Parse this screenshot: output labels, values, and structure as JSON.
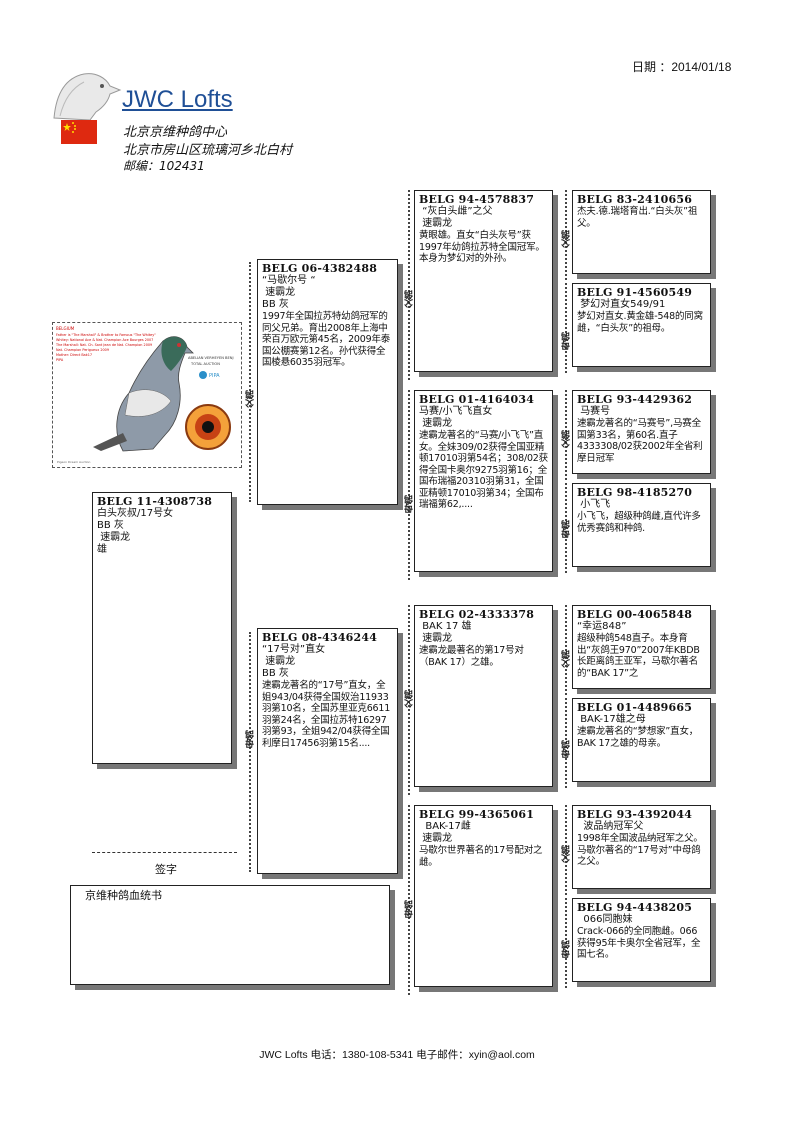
{
  "header": {
    "date_label": "日期 ：2014/01/18",
    "brand": "JWC Lofts",
    "address_line1": "北京京维种鸽中心",
    "address_line2": "北京市房山区琉璃河乡北白村",
    "postcode": "邮编：102431"
  },
  "colors": {
    "brand": "#1f4f96",
    "flag_red": "#de2910",
    "flag_yellow": "#ffde00"
  },
  "icons": {
    "logo": "pigeon-head-icon",
    "flag": "china-flag-icon"
  },
  "bird": {
    "ring": "BELG 11-4308738",
    "name": "白头灰叔/17号女",
    "color": "BB 灰",
    "breed": " 速霸龙",
    "sex": "雄"
  },
  "father": {
    "ring": "BELG 06-4382488",
    "name": "“马歇尔号 “",
    "breed": " 速霸龙",
    "color": "BB 灰",
    "desc": "1997年全国拉苏特幼鸽冠军的同父兄弟。育出2008年上海中荣百万欧元第45名，2009年泰国公棚赛第12名。孙代获得全国棱悬6035羽冠军。"
  },
  "mother": {
    "ring": "BELG 08-4346244",
    "name": "“17号对”直女",
    "breed": " 速霸龙",
    "color": "BB 灰",
    "desc": "速霸龙著名的“17号”直女，全姐943/04获得全国奴治11933羽第10名，全国苏里亚克6611羽第24名，全国拉苏特16297羽第93，全姐942/04获得全国利摩日17456羽第15名...."
  },
  "ff": {
    "ring": "BELG 94-4578837",
    "name": " “灰白头雌”之父",
    "breed": " 速霸龙",
    "desc": "黄眼雄。直女“白头灰号”获1997年幼鸽拉苏特全国冠军。本身为梦幻对的外孙。"
  },
  "fm": {
    "ring": "BELG 01-4164034",
    "name": "马赛/小飞飞直女",
    "breed": " 速霸龙",
    "desc": "速霸龙著名的“马赛/小飞飞”直女。全妹309/02获得全国亚精顿17010羽第54名；308/02获得全国卡奥尔9275羽第16；全国布瑞福20310羽第31，全国亚精顿17010羽第34；全国布瑞福第62,...."
  },
  "mf": {
    "ring": "BELG 02-4333378",
    "name": " BAK 17 雄",
    "breed": " 速霸龙",
    "desc": "速霸龙最著名的第17号对（BAK 17）之雄。"
  },
  "mm": {
    "ring": "BELG 99-4365061",
    "name": "  BAK-17雌",
    "breed": " 速霸龙",
    "desc": "马歇尔世界著名的17号配对之雌。"
  },
  "fff": {
    "ring": "BELG 83-2410656",
    "desc": "杰夫.德.瑞塔育出.“白头灰”祖父。"
  },
  "ffm": {
    "ring": "BELG 91-4560549",
    "name": " 梦幻对直女549/91",
    "desc": "梦幻对直女.黄金雄-548的同窝雌，“白头灰”的祖母。"
  },
  "fmf": {
    "ring": "BELG 93-4429362",
    "name": " 马赛号",
    "desc": "速霸龙著名的“马赛号”,马赛全国第33名，第60名.直子4333308/02获2002年全省利摩日冠军"
  },
  "fmm": {
    "ring": "BELG 98-4185270",
    "name": " 小飞飞",
    "desc": "小飞飞，超级种鸽雌,直代许多优秀赛鸽和种鸽."
  },
  "mff": {
    "ring": "BELG 00-4065848",
    "name": "“幸运848”",
    "desc": "超级种鸽548直子。本身育出“灰鸽王970”2007年KBDB长距离鸽王亚军，马歇尔著名的“BAK 17”之"
  },
  "mfm": {
    "ring": "BELG 01-4489665",
    "name": " BAK-17雄之母",
    "desc": "速霸龙著名的“梦想家”直女，BAK 17之雄的母亲。"
  },
  "mmf": {
    "ring": "BELG 93-4392044",
    "name": "  波品纳冠军父",
    "desc": "1998年全国波品纳冠军之父。马歇尔著名的“17号对”中母鸽之父。"
  },
  "mmm": {
    "ring": "BELG 94-4438205",
    "name": "  066同胞妹",
    "desc": "Crack-066的全同胞雌。066获得95年卡奥尔全省冠军，全国七名。"
  },
  "photo": {
    "caption_lines": [
      "BELGIUM",
      "Father is \"The Marshall\" & Brother to Famous \"The Whitey\"",
      "Whitey: National Ace & Nat. Champion Ace Bourges 2007",
      "The Marshall: Nat. Ch. Sant Jean de Nat. Champion 2009",
      "Nat. Champion Perigueux 2009",
      "Mother: Direct Bak17",
      "PIPA"
    ],
    "auction_title": "ABELIAN VERHEYEN BENJ",
    "auction_sub": "TOTAL AUCTION",
    "pipa": "PIPA",
    "footer_text": "Pigeon Dream Auction"
  },
  "labels": {
    "father": "父鸽",
    "mother": "母鸽",
    "sign": "签字",
    "certificate": "京维种鸽血统书"
  },
  "footer": "JWC Lofts 电话：1380-108-5341  电子邮件：xyin@aol.com"
}
